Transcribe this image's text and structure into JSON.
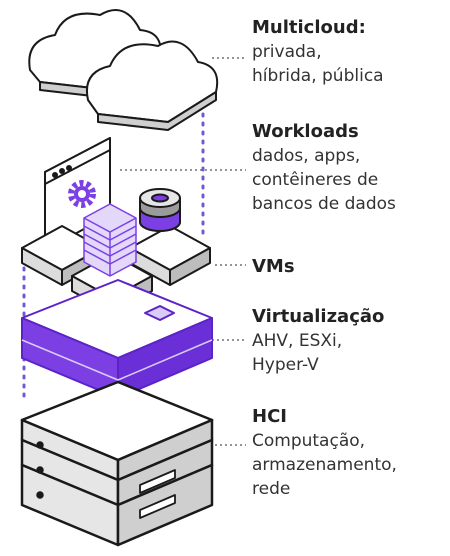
{
  "layers": [
    {
      "title": "Multicloud:",
      "lines": [
        "privada,",
        "híbrida, pública"
      ]
    },
    {
      "title": "Workloads",
      "lines": [
        "dados, apps,",
        "contêineres de",
        "bancos de dados"
      ]
    },
    {
      "title": "VMs",
      "lines": []
    },
    {
      "title": "Virtualização",
      "lines": [
        "AHV, ESXi,",
        "Hyper-V"
      ]
    },
    {
      "title": "HCI",
      "lines": [
        "Computação,",
        "armazenamento,",
        "rede"
      ]
    }
  ],
  "colors": {
    "accent": "#7B3FE4",
    "accent_light": "#D9CCF7",
    "outline": "#1a1a1a",
    "server_fill": "#E6E6E6",
    "dotted_line": "#6B5BD6"
  },
  "icons": [
    "cloud-icon",
    "browser-window-icon",
    "gear-icon",
    "database-stack-icon",
    "database-disk-icon",
    "server-icon"
  ]
}
